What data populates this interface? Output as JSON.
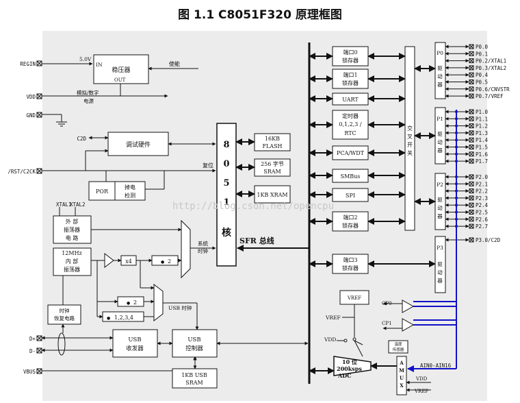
{
  "title": "图 1.1 C8051F320 原理框图",
  "watermark": "http://blog.csdn.net/opencpu",
  "left_pins": {
    "regin": "REGIN",
    "vdd": "VDD",
    "gnd": "GND",
    "c2d": "C2D",
    "rst": "/RST/C2CK",
    "xtal1": "XTAL1",
    "xtal2": "XTAL2",
    "dplus": "D+",
    "dminus": "D-",
    "vbus": "VBUS"
  },
  "regulator": {
    "label": "稳压器",
    "in_label": "IN",
    "out_label": "OUT",
    "in_voltage": "5.0V",
    "enable": "使能",
    "supply_1": "模拟/数字",
    "supply_2": "电源"
  },
  "debug": {
    "label": "调试硬件",
    "por": "POR",
    "brownout_1": "掉电",
    "brownout_2": "检测",
    "reset": "复位"
  },
  "osc": {
    "ext_1": "外  部",
    "ext_2": "振荡器",
    "ext_3": "电  路",
    "int_1": "12MHz",
    "int_2": "内  部",
    "int_3": "振荡器",
    "x4": "x4",
    "div2": "2",
    "div2b": "2",
    "div1234": "1,2,3,4",
    "sysclk_1": "系统",
    "sysclk_2": "时钟",
    "usbclk": "USB 时钟",
    "recovery_1": "时钟",
    "recovery_2": "恢复电路"
  },
  "usb": {
    "xcvr_1": "USB",
    "xcvr_2": "收发器",
    "ctrl_1": "USB",
    "ctrl_2": "控制器",
    "sram_1": "1KB USB",
    "sram_2": "SRAM"
  },
  "core": {
    "chars": [
      "8",
      "0",
      "5",
      "1",
      "核"
    ],
    "sfr_bus": "SFR 总线"
  },
  "memory": {
    "flash_1": "16KB",
    "flash_2": "FLASH",
    "sram_1": "256 字节",
    "sram_2": "SRAM",
    "xram": "1KB XRAM"
  },
  "periph": {
    "p0_1": "端口0",
    "p0_2": "锁存器",
    "p1_1": "端口1",
    "p1_2": "锁存器",
    "uart": "UART",
    "timer_1": "定时器",
    "timer_2": "0,1,2,3 /",
    "timer_3": "RTC",
    "pca": "PCA/WDT",
    "smbus": "SMBus",
    "spi": "SPI",
    "p2_1": "端口2",
    "p2_2": "锁存器",
    "p3_1": "端口3",
    "p3_2": "锁存器"
  },
  "crossbar": {
    "chars": [
      "交",
      "叉",
      "开",
      "关"
    ]
  },
  "port_drivers": {
    "p0": "P0",
    "p1": "P1",
    "p2": "P2",
    "p3": "P3",
    "drv": [
      "驱",
      "动",
      "器"
    ]
  },
  "pins": {
    "p0": [
      "P0.0",
      "P0.1",
      "P0.2/XTAL1",
      "P0.3/XTAL2",
      "P0.4",
      "P0.5",
      "P0.6/CNVSTR",
      "P0.7/VREF"
    ],
    "p1": [
      "P1.0",
      "P1.1",
      "P1.2",
      "P1.3",
      "P1.4",
      "P1.5",
      "P1.6",
      "P1.7"
    ],
    "p2": [
      "P2.0",
      "P2.1",
      "P2.2",
      "P2.3",
      "P2.4",
      "P2.5",
      "P2.6",
      "P2.7"
    ],
    "p3": [
      "P3.0/C2D"
    ]
  },
  "analog": {
    "vref": "VREF",
    "vref_in": "VREF",
    "vdd": "VDD",
    "cp0": "CP0",
    "cp1": "CP1",
    "temp_1": "温度",
    "temp_2": "传感器",
    "adc_1": "10 位",
    "adc_2": "200ksps",
    "adc_3": "ADC",
    "amux": [
      "A",
      "M",
      "U",
      "X"
    ],
    "ain": "AIN0-AIN16",
    "amux_vdd": "VDD",
    "amux_vref": "VREF"
  },
  "colors": {
    "analog_bus": "#1010c8",
    "panel": "#ececec"
  }
}
